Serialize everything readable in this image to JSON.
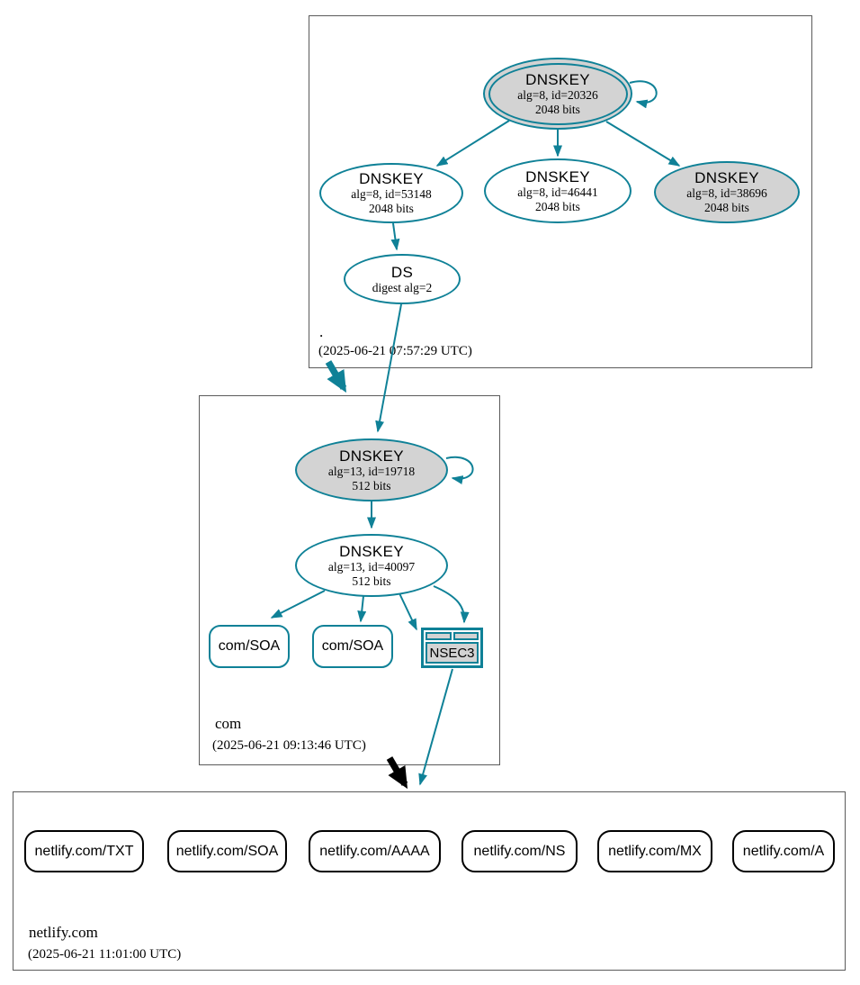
{
  "colors": {
    "edge_teal": "#0f8197",
    "delegation_secure_teal": "#0f8197",
    "delegation_black": "#000000",
    "node_fill_gray": "#d3d3d3",
    "node_fill_white": "#ffffff",
    "zone_border_gray": "#5b5b5b"
  },
  "root": {
    "label": ".",
    "timestamp": "(2025-06-21 07:57:29 UTC)",
    "ksk": {
      "title": "DNSKEY",
      "line1": "alg=8, id=20326",
      "line2": "2048 bits"
    },
    "key53148": {
      "title": "DNSKEY",
      "line1": "alg=8, id=53148",
      "line2": "2048 bits"
    },
    "key46441": {
      "title": "DNSKEY",
      "line1": "alg=8, id=46441",
      "line2": "2048 bits"
    },
    "key38696": {
      "title": "DNSKEY",
      "line1": "alg=8, id=38696",
      "line2": "2048 bits"
    },
    "ds": {
      "title": "DS",
      "line1": "digest alg=2"
    }
  },
  "com": {
    "label": "com",
    "timestamp": "(2025-06-21 09:13:46 UTC)",
    "ksk": {
      "title": "DNSKEY",
      "line1": "alg=13, id=19718",
      "line2": "512 bits"
    },
    "zsk": {
      "title": "DNSKEY",
      "line1": "alg=13, id=40097",
      "line2": "512 bits"
    },
    "soa1": {
      "label": "com/SOA"
    },
    "soa2": {
      "label": "com/SOA"
    },
    "nsec3": {
      "label": "NSEC3"
    }
  },
  "netlify": {
    "label": "netlify.com",
    "timestamp": "(2025-06-21 11:01:00 UTC)",
    "rrsets": [
      {
        "label": "netlify.com/TXT"
      },
      {
        "label": "netlify.com/SOA"
      },
      {
        "label": "netlify.com/AAAA"
      },
      {
        "label": "netlify.com/NS"
      },
      {
        "label": "netlify.com/MX"
      },
      {
        "label": "netlify.com/A"
      }
    ]
  }
}
